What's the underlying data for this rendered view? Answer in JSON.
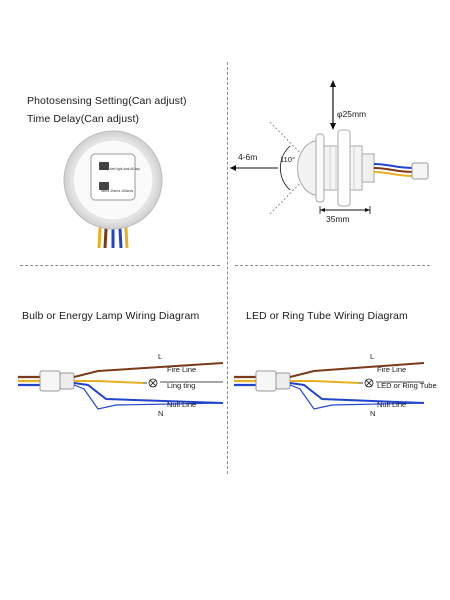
{
  "top_left": {
    "photosensing_label": "Photosensing Setting(Can adjust)",
    "time_delay_label": "Time Delay(Can adjust)",
    "dial_upper": "Deep dark light dark All day",
    "dial_lower": "5secs 40secs 160secs"
  },
  "top_right": {
    "diameter_label": "φ25mm",
    "range_label": "4-6m",
    "angle_label": "110°",
    "length_label": "35mm"
  },
  "bulb_diagram": {
    "title": "Bulb or Energy Lamp Wiring Diagram",
    "line_L": "L",
    "line_N": "N",
    "fire_line": "Fire Line",
    "load_label": "Ling ting",
    "null_line": "Null Line"
  },
  "led_diagram": {
    "title": "LED or Ring Tube Wiring Diagram",
    "line_L": "L",
    "line_N": "N",
    "fire_line": "Fire Line",
    "load_label": "LED or Ring Tube",
    "null_line": "Null Line"
  },
  "colors": {
    "brown_wire": "#7a3a1a",
    "yellow_wire": "#e8b020",
    "blue_wire": "#2244cc",
    "accent_arrow": "#c0392b"
  }
}
